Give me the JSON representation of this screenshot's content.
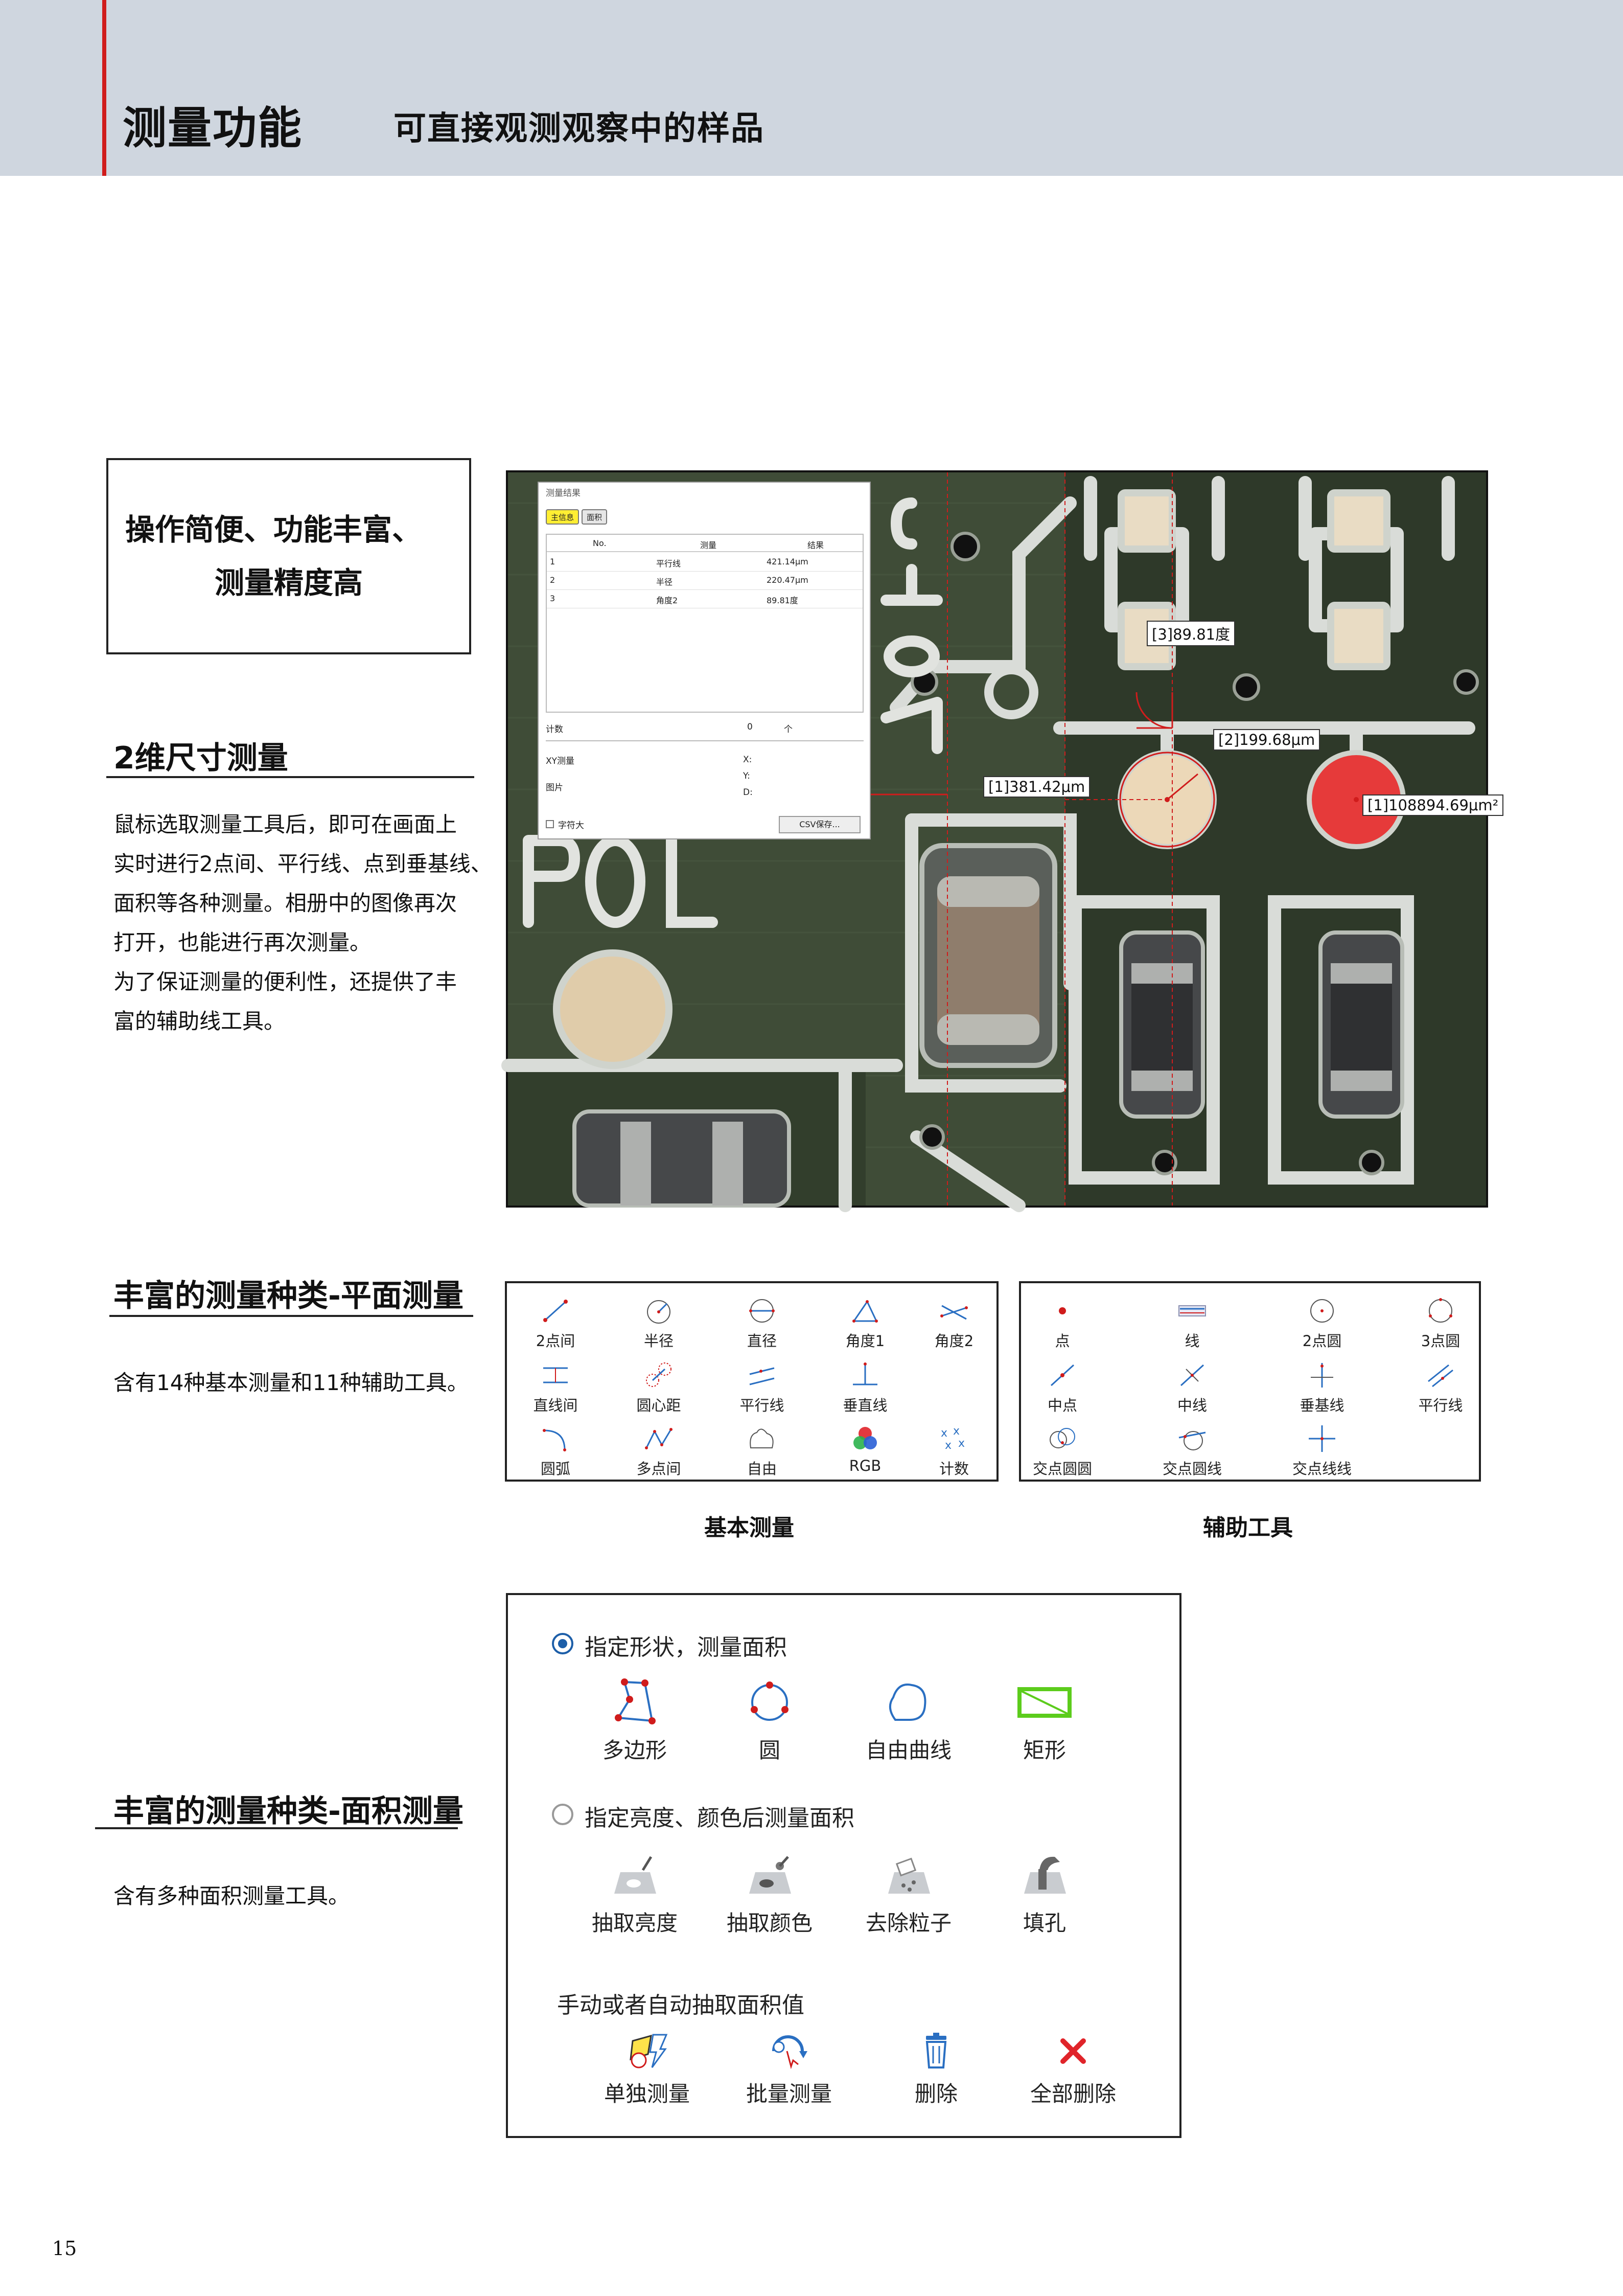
{
  "header": {
    "title": "测量功能",
    "subtitle": "可直接观测观察中的样品"
  },
  "feature_box": {
    "line1": "操作简便、功能丰富、",
    "line2": "测量精度高"
  },
  "section_2d": {
    "title": "2维尺寸测量",
    "paragraph": [
      "鼠标选取测量工具后，即可在画面上",
      "实时进行2点间、平行线、点到垂基线、",
      "面积等各种测量。相册中的图像再次",
      "打开，也能进行再次测量。",
      "为了保证测量的便利性，还提供了丰",
      "富的辅助线工具。"
    ]
  },
  "photo": {
    "labels": {
      "angle": "[3]89.81度",
      "radius": "[2]199.68μm",
      "distance": "[1]381.42μm",
      "area": "[1]108894.69μm²"
    },
    "dialog": {
      "title": "测量结果",
      "tabs": [
        "主信息",
        "面积"
      ],
      "columns": [
        "No.",
        "测量",
        "结果"
      ],
      "rows": [
        {
          "no": "1",
          "type": "平行线",
          "result": "421.14μm"
        },
        {
          "no": "2",
          "type": "半径",
          "result": "220.47μm"
        },
        {
          "no": "3",
          "type": "角度2",
          "result": "89.81度"
        }
      ],
      "count_label": "计数",
      "count_value": "0",
      "count_unit": "个",
      "xy_label": "XY测量",
      "image_label": "图片",
      "x_label": "X:",
      "y_label": "Y:",
      "d_label": "D:",
      "checkbox_label": "字符大",
      "csv_button": "CSV保存..."
    }
  },
  "section_plane": {
    "title": "丰富的测量种类-平面测量",
    "paragraph": "含有14种基本测量和11种辅助工具。"
  },
  "basic_tools": {
    "caption": "基本测量",
    "items": [
      "2点间",
      "半径",
      "直径",
      "角度1",
      "角度2",
      "直线间",
      "圆心距",
      "平行线",
      "垂直线",
      "圆弧",
      "多点间",
      "自由",
      "RGB",
      "计数"
    ]
  },
  "aux_tools": {
    "caption": "辅助工具",
    "items": [
      "点",
      "线",
      "2点圆",
      "3点圆",
      "中点",
      "中线",
      "垂基线",
      "平行线",
      "交点圆圆",
      "交点圆线",
      "交点线线"
    ]
  },
  "section_area": {
    "title": "丰富的测量种类-面积测量",
    "paragraph": "含有多种面积测量工具。"
  },
  "area_panel": {
    "option1": "指定形状，测量面积",
    "shape_tools": [
      "多边形",
      "圆",
      "自由曲线",
      "矩形"
    ],
    "option2": "指定亮度、颜色后测量面积",
    "extract_tools": [
      "抽取亮度",
      "抽取颜色",
      "去除粒子",
      "填孔"
    ],
    "manual_heading": "手动或者自动抽取面积值",
    "action_tools": [
      "单独测量",
      "批量测量",
      "删除",
      "全部删除"
    ]
  },
  "page_number": "15"
}
